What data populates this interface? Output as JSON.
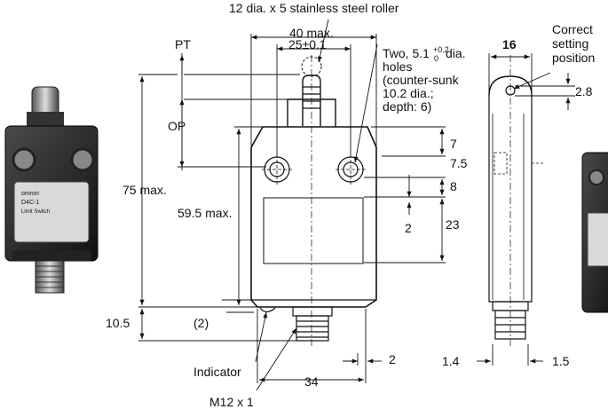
{
  "labels": {
    "roller": "12 dia. x 5 stainless steel roller",
    "width_40": "40 max.",
    "hole_pitch": "25±0.1",
    "pt": "PT",
    "op": "OP",
    "holes_line1_prefix": "Two, 5.1",
    "holes_line1_tol_plus": "+0.2",
    "holes_line1_tol_minus": "0",
    "holes_line1_suffix": " dia.",
    "holes_line2": "holes",
    "holes_line3": "(counter-sunk",
    "holes_line4": "10.2 dia.;",
    "holes_line5": "depth: 6)",
    "thickness_16": "16",
    "correct_1": "Correct",
    "correct_2": "setting",
    "correct_3": "position",
    "dim_2_8": "2.8",
    "dim_7": "7",
    "dim_7_5": "7.5",
    "dim_8": "8",
    "dim_2_mid": "2",
    "dim_23": "23",
    "height_75": "75 max.",
    "height_59_5": "59.5 max.",
    "dim_10_5": "10.5",
    "dim_paren_2": "(2)",
    "indicator": "Indicator",
    "dim_34": "34",
    "dim_2_bottom": "2",
    "thread": "M12 x 1",
    "dim_1_4": "1.4",
    "dim_1_5": "1.5"
  },
  "photo_text": {
    "brand": "omron",
    "model": "D4C-1",
    "type": "Limit Switch"
  }
}
